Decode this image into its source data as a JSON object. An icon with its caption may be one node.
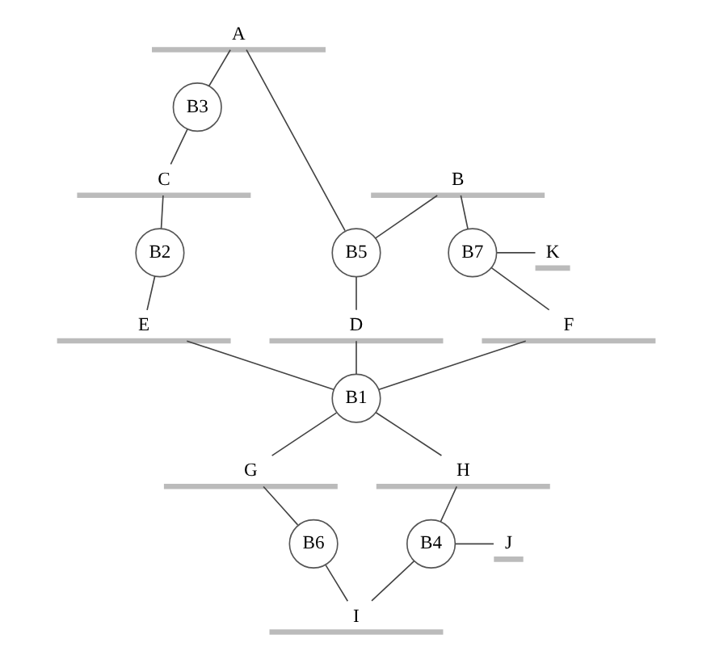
{
  "diagram": {
    "nodes": [
      {
        "text": [
          "A"
        ]
      },
      {
        "text": [
          "B3"
        ]
      },
      {
        "text": [
          "B"
        ]
      },
      {
        "text": [
          "C"
        ]
      },
      {
        "text": [
          "B5"
        ]
      },
      {
        "text": [
          "B7"
        ]
      },
      {
        "text": [
          "B2"
        ]
      },
      {
        "text": [
          "D"
        ]
      },
      {
        "text": [
          "K"
        ]
      },
      {
        "text": [
          "E"
        ]
      },
      {
        "text": [
          "F"
        ]
      },
      {
        "text": [
          "B1"
        ]
      },
      {
        "text": [
          "G"
        ]
      },
      {
        "text": [
          "H"
        ]
      },
      {
        "text": [
          "B6"
        ]
      },
      {
        "text": [
          "B4"
        ]
      },
      {
        "text": [
          "J"
        ]
      },
      {
        "text": [
          "I"
        ]
      }
    ],
    "edges": [
      {
        "from": 0,
        "to": 1,
        "arrow": "none"
      },
      {
        "from": 0,
        "to": 4,
        "arrow": "none"
      },
      {
        "from": 2,
        "to": 4,
        "arrow": "none"
      },
      {
        "from": 2,
        "to": 5,
        "arrow": "none"
      },
      {
        "from": 1,
        "to": 3,
        "arrow": "none"
      },
      {
        "from": 3,
        "to": 6,
        "arrow": "none"
      },
      {
        "from": 4,
        "to": 7,
        "arrow": "none"
      },
      {
        "from": 5,
        "to": 8,
        "arrow": "none"
      },
      {
        "from": 5,
        "to": 10,
        "arrow": "none"
      },
      {
        "from": 6,
        "to": 9,
        "arrow": "none"
      },
      {
        "from": 9,
        "to": 11,
        "arrow": "none"
      },
      {
        "from": 7,
        "to": 11,
        "arrow": "none"
      },
      {
        "from": 10,
        "to": 11,
        "arrow": "none"
      },
      {
        "from": 11,
        "to": 12,
        "arrow": "none"
      },
      {
        "from": 11,
        "to": 13,
        "arrow": "none"
      },
      {
        "from": 12,
        "to": 14,
        "arrow": "none"
      },
      {
        "from": 13,
        "to": 15,
        "arrow": "none"
      },
      {
        "from": 15,
        "to": 16,
        "arrow": "none"
      },
      {
        "from": 14,
        "to": 17,
        "arrow": "none"
      },
      {
        "from": 15,
        "to": 17,
        "arrow": "none"
      }
    ]
  }
}
